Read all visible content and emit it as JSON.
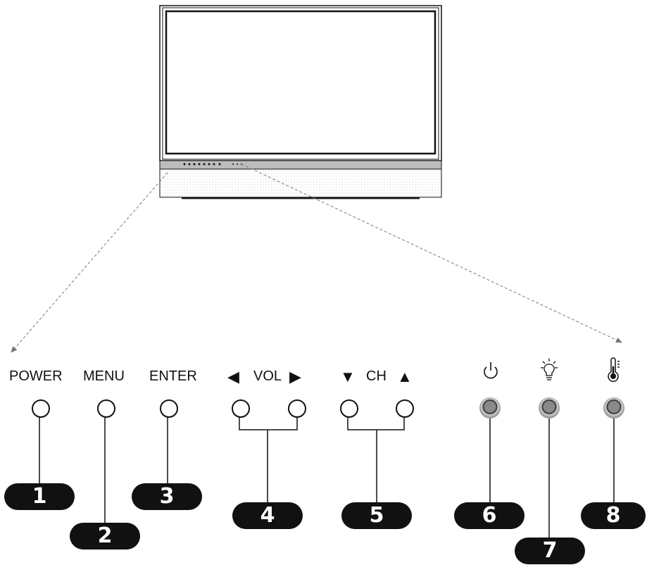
{
  "colors": {
    "ink": "#111111",
    "dash": "#777777",
    "led_gray": "#8a8a8a"
  },
  "controls": [
    {
      "label": "POWER",
      "callout": "1"
    },
    {
      "label": "MENU",
      "callout": "2"
    },
    {
      "label": "ENTER",
      "callout": "3"
    },
    {
      "label": "VOL",
      "left_symbol": "◀",
      "right_symbol": "▶",
      "callout": "4"
    },
    {
      "label": "CH",
      "left_symbol": "▼",
      "right_symbol": "▲",
      "callout": "5"
    }
  ],
  "indicators": [
    {
      "icon": "power-standby-icon",
      "callout": "6"
    },
    {
      "icon": "lamp-icon",
      "callout": "7"
    },
    {
      "icon": "thermometer-icon",
      "callout": "8"
    }
  ]
}
